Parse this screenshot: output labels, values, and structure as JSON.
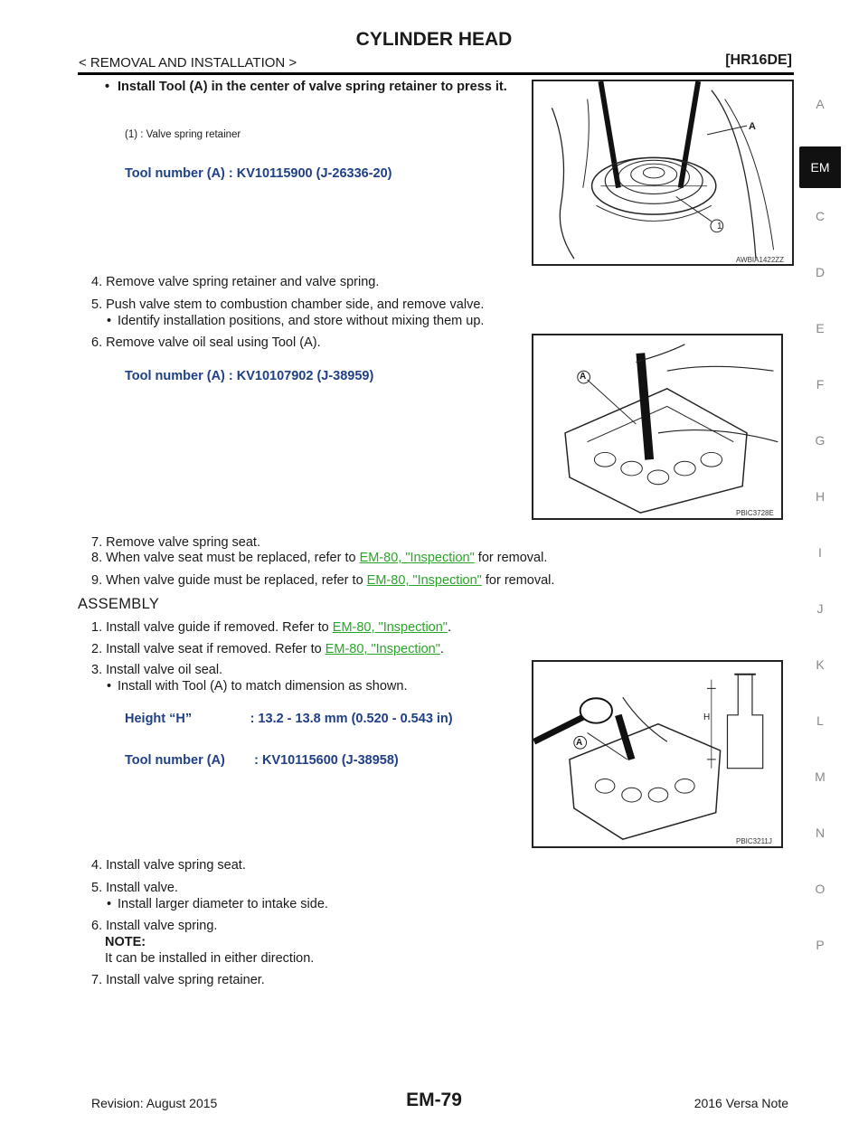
{
  "header": {
    "title": "CYLINDER HEAD",
    "breadcrumb": "< REMOVAL AND INSTALLATION >",
    "engine": "[HR16DE]"
  },
  "side_index": [
    "A",
    "EM",
    "C",
    "D",
    "E",
    "F",
    "G",
    "H",
    "I",
    "J",
    "K",
    "L",
    "M",
    "N",
    "O",
    "P"
  ],
  "step_install_tool": "Install Tool (A) in the center of valve spring retainer to press it.",
  "legend_1": "(1)    : Valve spring retainer",
  "tool_a1": "Tool number (A)    : KV10115900 (J-26336-20)",
  "fig1": {
    "code": "AWBIA1422ZZ",
    "label_a": "A",
    "label_1": "1"
  },
  "removal": {
    "step4": "4.  Remove valve spring retainer and valve spring.",
    "step5": "5.  Push valve stem to combustion chamber side, and remove valve.",
    "step5_bullet": "Identify installation positions, and store without mixing them up.",
    "step6": "6.  Remove valve oil seal using Tool (A).",
    "tool_a2": "Tool number (A)    : KV10107902 (J-38959)",
    "step7": "7.  Remove valve spring seat.",
    "step8_pre": "8.  When valve seat must be replaced, refer to ",
    "step8_link": "EM-80, \"Inspection\"",
    "step8_post": " for removal.",
    "step9_pre": "9.  When valve guide must be replaced, refer to ",
    "step9_link": "EM-80, \"Inspection\"",
    "step9_post": " for removal."
  },
  "fig2": {
    "code": "PBIC3728E",
    "label_a": "A"
  },
  "assembly": {
    "heading": "ASSEMBLY",
    "step1_pre": "1.  Install valve guide if removed. Refer to ",
    "step1_link": "EM-80, \"Inspection\"",
    "step1_post": ".",
    "step2_pre": "2.  Install valve seat if removed. Refer to ",
    "step2_link": "EM-80, \"Inspection\"",
    "step2_post": ".",
    "step3": "3.  Install valve oil seal.",
    "step3_bullet": "Install with Tool (A) to match dimension as shown.",
    "height": "Height “H”                : 13.2 - 13.8 mm (0.520 - 0.543 in)",
    "tool_a3": "Tool number (A)        : KV10115600 (J-38958)",
    "step4": "4.  Install valve spring seat.",
    "step5": "5.  Install valve.",
    "step5_bullet": "Install larger diameter to intake side.",
    "step6": "6.  Install valve spring.",
    "note_label": "NOTE:",
    "note_text": "It can be installed in either direction.",
    "step7": "7.  Install valve spring retainer."
  },
  "fig3": {
    "code": "PBIC3211J",
    "label_a": "A",
    "label_h": "H"
  },
  "footer": {
    "revision": "Revision: August 2015",
    "page": "EM-79",
    "model": "2016 Versa Note"
  }
}
